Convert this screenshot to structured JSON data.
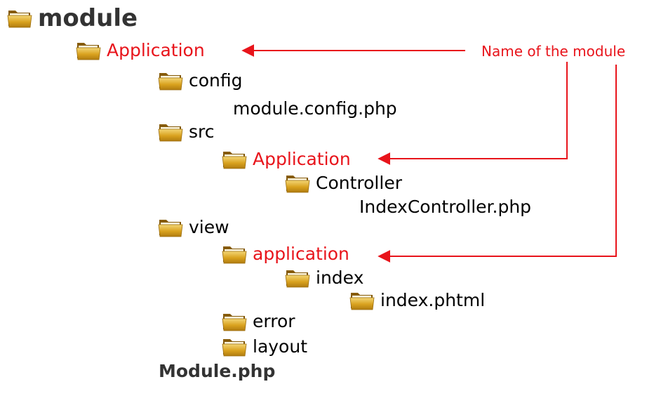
{
  "tree": {
    "root": "module",
    "application": "Application",
    "config": "config",
    "module_config_file": "module.config.php",
    "src": "src",
    "src_application": "Application",
    "controller": "Controller",
    "index_controller_file": "IndexController.php",
    "view": "view",
    "view_application": "application",
    "index": "index",
    "index_phtml": "index.phtml",
    "error": "error",
    "layout": "layout",
    "module_php": "Module.php"
  },
  "annotation": {
    "label": "Name of the module"
  },
  "colors": {
    "accent": "#e8141b",
    "folder": "#d9a21e",
    "text": "#000000",
    "root_text": "#333333"
  }
}
